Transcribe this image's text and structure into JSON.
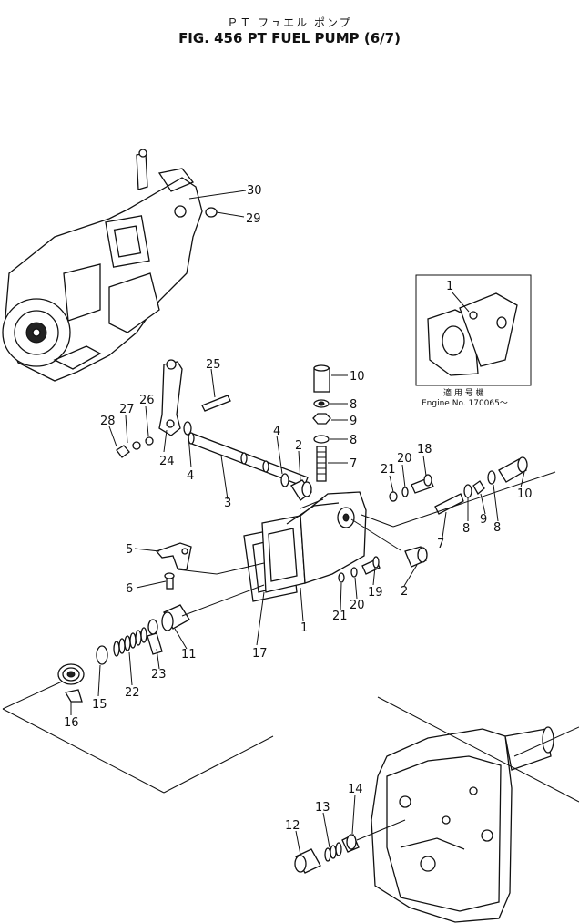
{
  "figure": {
    "title_jp": "ＰＴ フュエル ポンプ",
    "title_en": "FIG. 456  PT FUEL PUMP (6/7)"
  },
  "inset": {
    "label_jp": "適 用 号 機",
    "label_en": "Engine No. 170065～"
  },
  "callouts": {
    "c1_inset": "1",
    "c30": "30",
    "c29": "29",
    "c25": "25",
    "c27": "27",
    "c26": "26",
    "c28": "28",
    "c24": "24",
    "c4a": "4",
    "c4b": "4",
    "c3": "3",
    "c2a": "2",
    "c10a": "10",
    "c8a": "8",
    "c9a": "9",
    "c8b": "8",
    "c7a": "7",
    "c21a": "21",
    "c20a": "20",
    "c18": "18",
    "c10b": "10",
    "c8c": "8",
    "c9b": "9",
    "c8d": "8",
    "c7b": "7",
    "c5": "5",
    "c6": "6",
    "c19": "19",
    "c20b": "20",
    "c21b": "21",
    "c2b": "2",
    "c1": "1",
    "c17": "17",
    "c11": "11",
    "c23": "23",
    "c22": "22",
    "c15": "15",
    "c16": "16",
    "c12": "12",
    "c13": "13",
    "c14": "14"
  }
}
